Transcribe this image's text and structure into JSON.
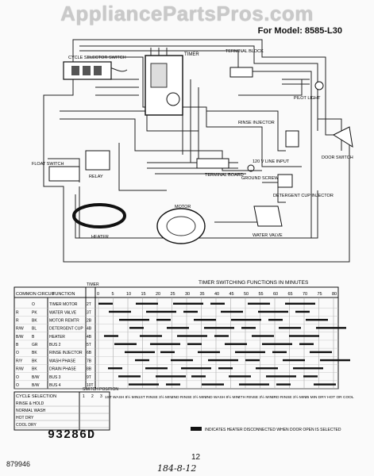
{
  "watermark": "AppliancePartsPros.com",
  "model_label": "For Model: 8585-L30",
  "components": {
    "timer": "TIMER",
    "cycle_selector_switch": "CYCLE SELECTOR SWITCH",
    "terminal_block": "TERMINAL BLOCK",
    "pilot_light": "PILOT LIGHT",
    "rinse_injector": "RINSE INJECTOR",
    "float_switch": "FLOAT SWITCH",
    "relay": "RELAY",
    "terminal_board": "TERMINAL BOARD",
    "ground_screw": "GROUND SCREW",
    "detergent_cup_injector": "DETERGENT CUP INJECTOR",
    "door_switch": "DOOR SWITCH",
    "motor": "MOTOR",
    "heater": "HEATER",
    "water_valve": "WATER VALVE",
    "line_in": "120 V LINE INPUT"
  },
  "chart": {
    "header": "TIMER SWITCHING FUNCTIONS IN MINUTES",
    "col1": "COMMON CIRCUIT",
    "col2": "FUNCTION",
    "col3": "TIMER",
    "minute_ticks": [
      "0",
      "5",
      "10",
      "15",
      "20",
      "25",
      "30",
      "35",
      "40",
      "45",
      "50",
      "55",
      "60",
      "65",
      "70",
      "75",
      "80"
    ],
    "rows": [
      {
        "w1": "",
        "w2": "O",
        "fn": "TIMER MOTOR",
        "t": "2T"
      },
      {
        "w1": "R",
        "w2": "PK",
        "fn": "WATER VALVE",
        "t": "3T"
      },
      {
        "w1": "R",
        "w2": "BK",
        "fn": "MOTOR REMTR",
        "t": "2B"
      },
      {
        "w1": "R/W",
        "w2": "BL",
        "fn": "DETERGENT CUP",
        "t": "4B"
      },
      {
        "w1": "B/W",
        "w2": "B",
        "fn": "HEATER",
        "t": "4B"
      },
      {
        "w1": "B",
        "w2": "GR",
        "fn": "BUS 2",
        "t": "5T"
      },
      {
        "w1": "O",
        "w2": "BK",
        "fn": "RINSE INJECTOR",
        "t": "6B"
      },
      {
        "w1": "R/Y",
        "w2": "BK",
        "fn": "WASH PHASE",
        "t": "7B"
      },
      {
        "w1": "R/W",
        "w2": "BK",
        "fn": "DRAIN PHASE",
        "t": "8B"
      },
      {
        "w1": "O",
        "w2": "B/W",
        "fn": "BUS 3",
        "t": "9T"
      },
      {
        "w1": "O",
        "w2": "B/W",
        "fn": "BUS 4",
        "t": "10T"
      }
    ],
    "stage_labels": [
      "1ST WASH 8½ MIN",
      "1ST RINSE 3½ MIN",
      "2ND RINSE 3½ MIN",
      "2ND WASH 8½ MIN",
      "4TH RINSE 3½ MIN",
      "3RD RINSE 3½ MIN",
      "25 MIN DRY HOT OR COOL"
    ],
    "switch_position": "SWITCH POSITION",
    "pos_cols": [
      "1",
      "2",
      "3"
    ],
    "cycle_selection": "CYCLE SELECTION",
    "cycles": [
      "RINSE & HOLD",
      "NORMAL WASH",
      "HOT DRY",
      "COOL DRY"
    ],
    "footnote": "INDICATES HEATER DISCONNECTED WHEN DOOR OPEN IS SELECTED"
  },
  "part_number": "93286D",
  "doc_number": "879946",
  "page_number": "12",
  "handwritten": "184-8-12"
}
